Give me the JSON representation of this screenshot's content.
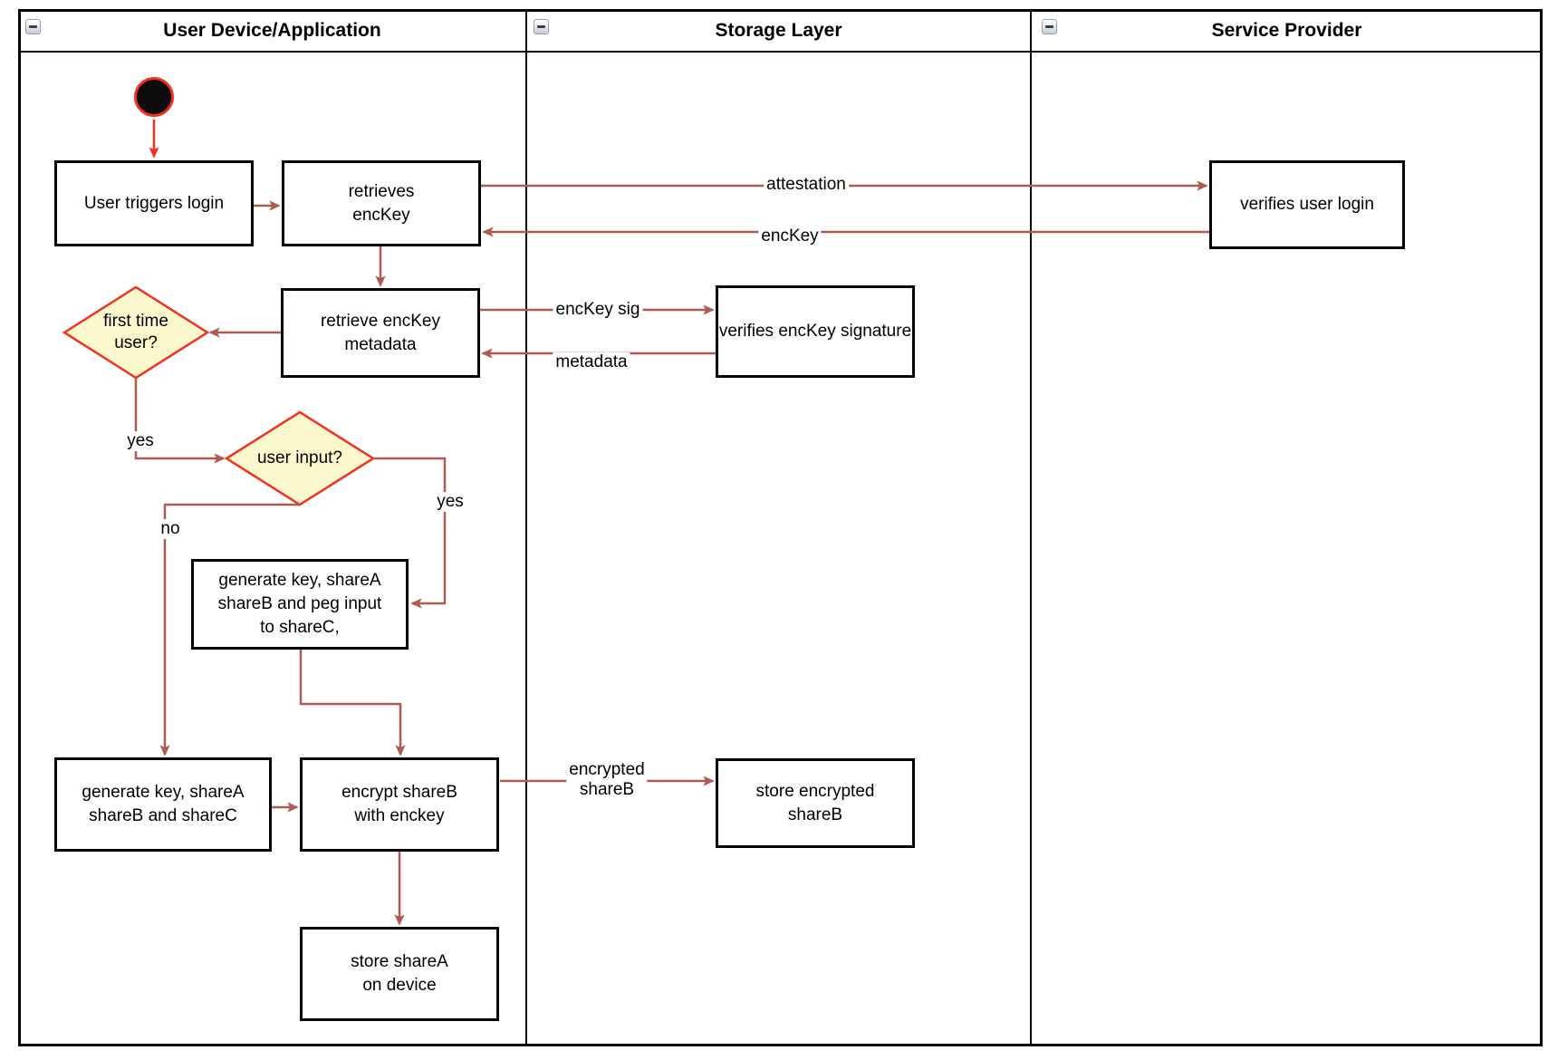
{
  "header": {
    "lanes": [
      {
        "title": "User Device/Application"
      },
      {
        "title": "Storage Layer"
      },
      {
        "title": "Service Provider"
      }
    ]
  },
  "nodes": {
    "start": {
      "type": "initial-node"
    },
    "user_triggers_login": {
      "label": "User triggers login"
    },
    "retrieves_enckey": {
      "label": "retrieves\nencKey"
    },
    "verifies_user_login": {
      "label": "verifies user login"
    },
    "retrieve_enckey_metadata": {
      "label": "retrieve encKey\nmetadata"
    },
    "verifies_enckey_signature": {
      "label": "verifies encKey signature"
    },
    "first_time_user": {
      "label": "first time\nuser?"
    },
    "user_input": {
      "label": "user input?"
    },
    "generate_key_peg_input": {
      "label": "generate key, shareA\nshareB and peg input\nto shareC,"
    },
    "generate_key_shares": {
      "label": "generate key, shareA\nshareB and shareC"
    },
    "encrypt_shareb": {
      "label": "encrypt shareB\nwith enckey"
    },
    "store_encrypted_shareb": {
      "label": "store encrypted\nshareB"
    },
    "store_sharea": {
      "label": "store shareA\non device"
    }
  },
  "edge_labels": {
    "attestation": "attestation",
    "enckey": "encKey",
    "enckey_sig": "encKey sig",
    "metadata": "metadata",
    "encrypted_shareb": "encrypted\nshareB",
    "first_time_yes": "yes",
    "user_input_yes": "yes",
    "user_input_no": "no"
  },
  "colors": {
    "arrow": "#ae5a51",
    "accent_red": "#f3301e",
    "diamond_fill": "#fbf8cd",
    "node_border": "#000000"
  }
}
